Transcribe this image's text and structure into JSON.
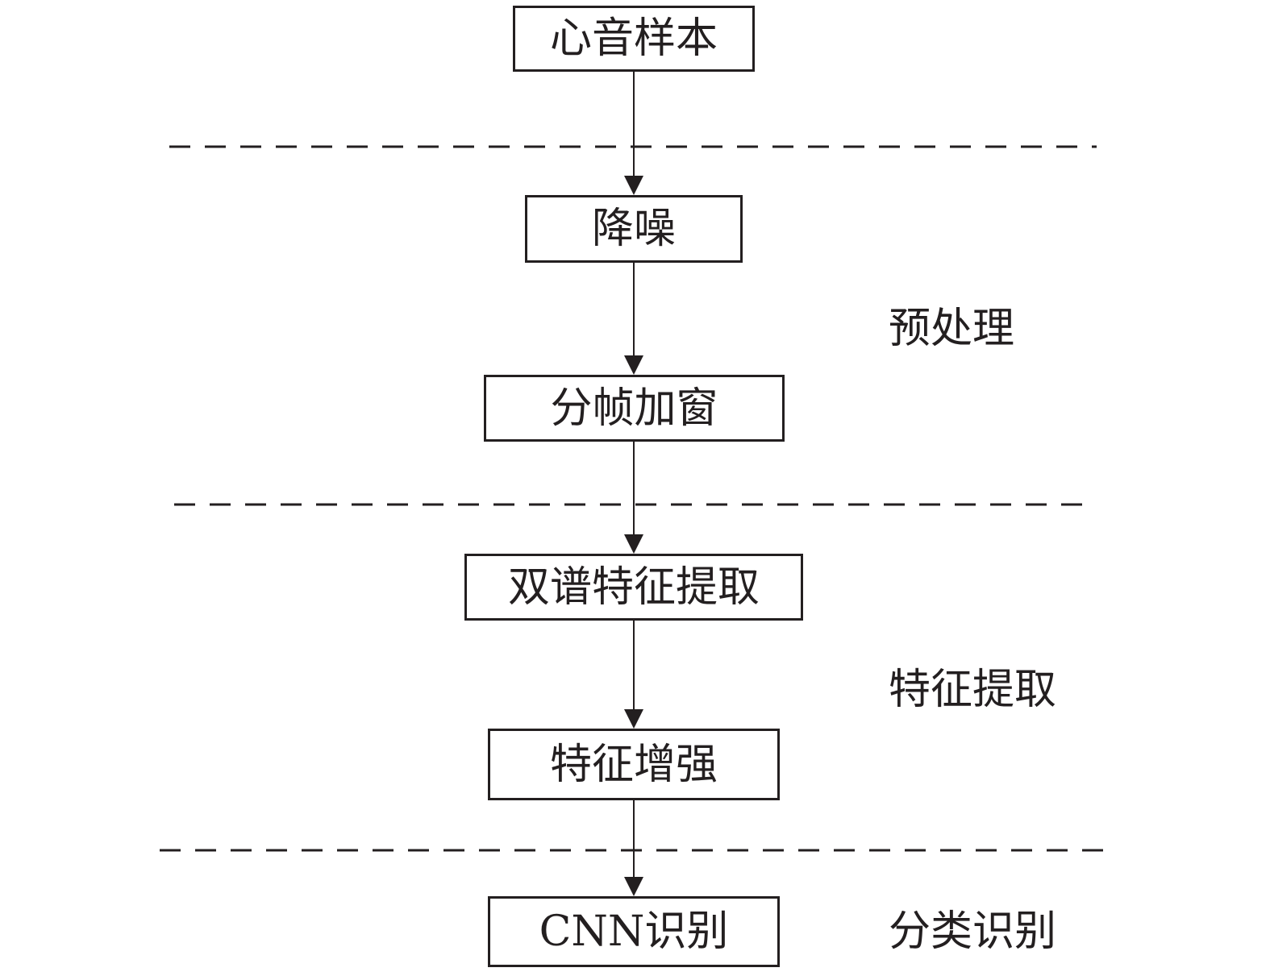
{
  "flow": {
    "steps": [
      {
        "id": "sample",
        "label": "心音样本"
      },
      {
        "id": "denoise",
        "label": "降噪"
      },
      {
        "id": "framing",
        "label": "分帧加窗"
      },
      {
        "id": "bispectrum",
        "label": "双谱特征提取"
      },
      {
        "id": "enhance",
        "label": "特征增强"
      },
      {
        "id": "cnn",
        "label": "CNN识别"
      }
    ],
    "stages": [
      {
        "id": "preprocess",
        "label": "预处理"
      },
      {
        "id": "feature",
        "label": "特征提取"
      },
      {
        "id": "classify",
        "label": "分类识别"
      }
    ]
  },
  "colors": {
    "line": "#231f20",
    "background": "#ffffff"
  }
}
